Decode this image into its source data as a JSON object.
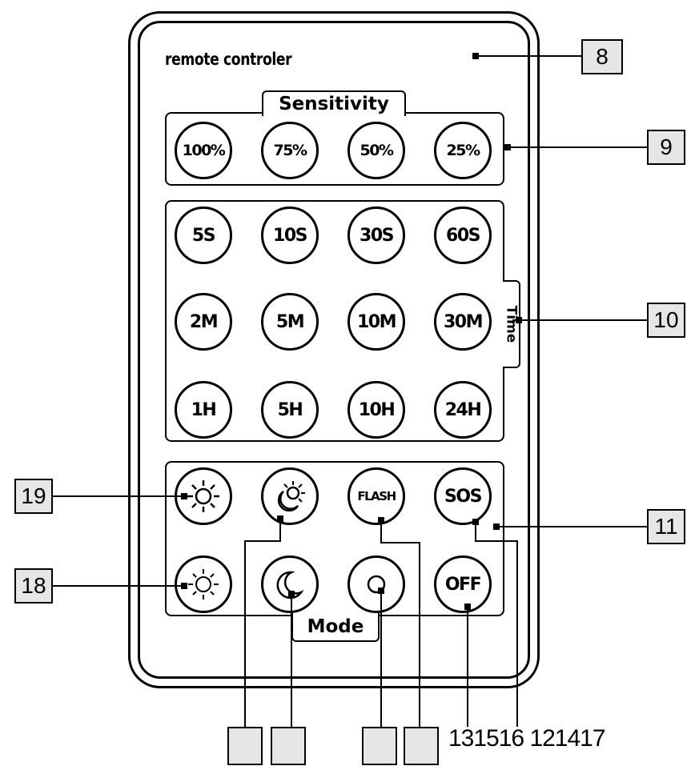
{
  "remote": {
    "title": "remote controler",
    "sensitivity_label": "Sensitivity",
    "time_label": "Time",
    "mode_label": "Mode"
  },
  "sensitivity_buttons": [
    "100%",
    "75%",
    "50%",
    "25%"
  ],
  "time_buttons": {
    "row1": [
      "5S",
      "10S",
      "30S",
      "60S"
    ],
    "row2": [
      "2M",
      "5M",
      "10M",
      "30M"
    ],
    "row3": [
      "1H",
      "5H",
      "10H",
      "24H"
    ]
  },
  "mode_buttons": {
    "row1": {
      "flash": "FLASH",
      "sos": "SOS"
    },
    "row2": {
      "off": "OFF"
    }
  },
  "callouts": {
    "c8": "8",
    "c9": "9",
    "c10": "10",
    "c11": "11",
    "c18": "18",
    "c19": "19",
    "bottom_label": "131516 121417"
  },
  "icons": [
    "sun-icon",
    "moon-sun-icon",
    "sun-outline-icon",
    "moon-icon",
    "circle-icon"
  ]
}
